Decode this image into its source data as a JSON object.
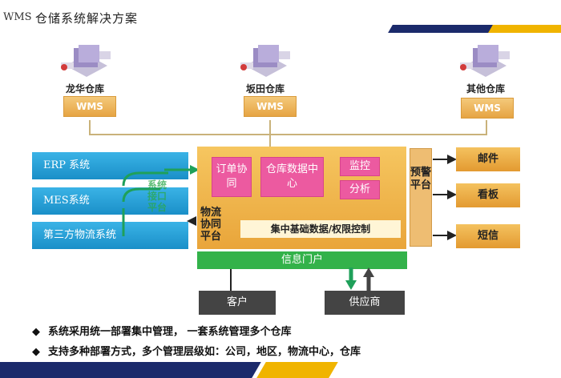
{
  "header": {
    "app": "WMS",
    "title": "仓储系统解决方案"
  },
  "warehouses": [
    {
      "name": "龙华仓库",
      "wms": "WMS"
    },
    {
      "name": "坂田仓库",
      "wms": "WMS"
    },
    {
      "name": "其他仓库",
      "wms": "WMS"
    }
  ],
  "systems": [
    "ERP 系统",
    "MES系统",
    "第三方物流系统"
  ],
  "bridge_label": "系统接口平台",
  "core": {
    "order": "订单协同",
    "data_center": "仓库数据中心",
    "monitor": "监控",
    "analysis": "分析",
    "logistics": "物流协同平台",
    "base_data": "集中基础数据/权限控制"
  },
  "alert_platform": "预警平台",
  "outputs": [
    "邮件",
    "看板",
    "短信"
  ],
  "portal": "信息门户",
  "parties": {
    "customer": "客户",
    "supplier": "供应商"
  },
  "bullets": [
    "系统采用统一部署集中管理， 一套系统管理多个仓库",
    "支持多种部署方式，多个管理层级如：公司，地区，物流中心，仓库"
  ],
  "bullet_glyphs": [
    "◆",
    "◆"
  ],
  "colors": {
    "navy": "#1b2a6b",
    "gold": "#f0b400",
    "core_orange": "#eaa63b",
    "pink": "#ec5aa0",
    "blue": "#1a8fc8",
    "green": "#33b24a",
    "dark": "#444444"
  }
}
